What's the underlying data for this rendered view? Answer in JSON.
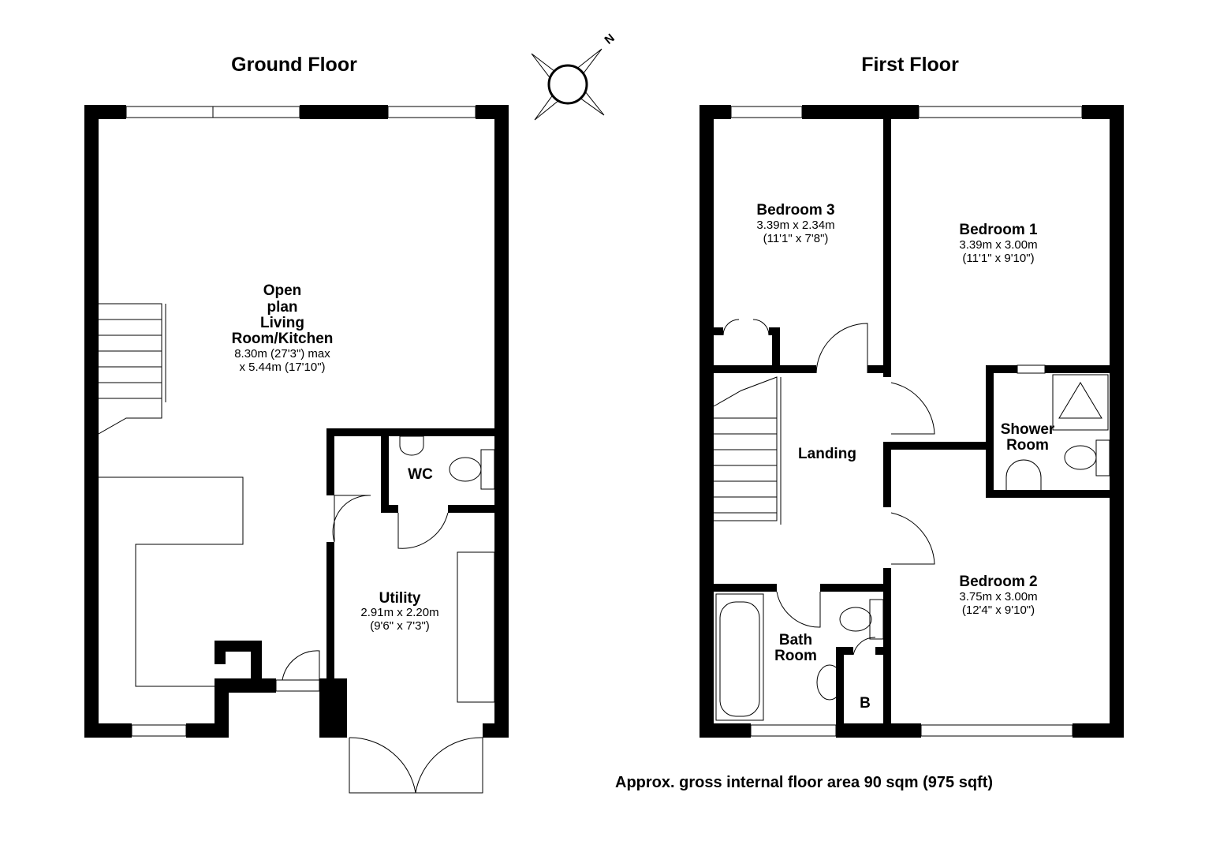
{
  "titles": {
    "ground": "Ground Floor",
    "first": "First Floor"
  },
  "compass": {
    "north_label": "N",
    "icon": "compass-icon"
  },
  "ground_rooms": {
    "living": {
      "lines": [
        "Open",
        "plan",
        "Living",
        "Room/Kitchen"
      ],
      "dim1": "8.30m (27'3\") max",
      "dim2": "x 5.44m (17'10\")"
    },
    "wc": {
      "name": "WC"
    },
    "utility": {
      "name": "Utility",
      "dim1": "2.91m x 2.20m",
      "dim2": "(9'6\" x 7'3\")"
    }
  },
  "first_rooms": {
    "bedroom3": {
      "name": "Bedroom 3",
      "dim1": "3.39m x 2.34m",
      "dim2": "(11'1\" x 7'8\")"
    },
    "bedroom1": {
      "name": "Bedroom 1",
      "dim1": "3.39m x 3.00m",
      "dim2": "(11'1\" x 9'10\")"
    },
    "landing": {
      "name": "Landing"
    },
    "shower": {
      "lines": [
        "Shower",
        "Room"
      ]
    },
    "bedroom2": {
      "name": "Bedroom 2",
      "dim1": "3.75m x 3.00m",
      "dim2": "(12'4\" x 9'10\")"
    },
    "bath": {
      "lines": [
        "Bath",
        "Room"
      ]
    },
    "boiler": {
      "name": "B"
    }
  },
  "area_note": "Approx. gross internal floor area 90 sqm (975 sqft)"
}
